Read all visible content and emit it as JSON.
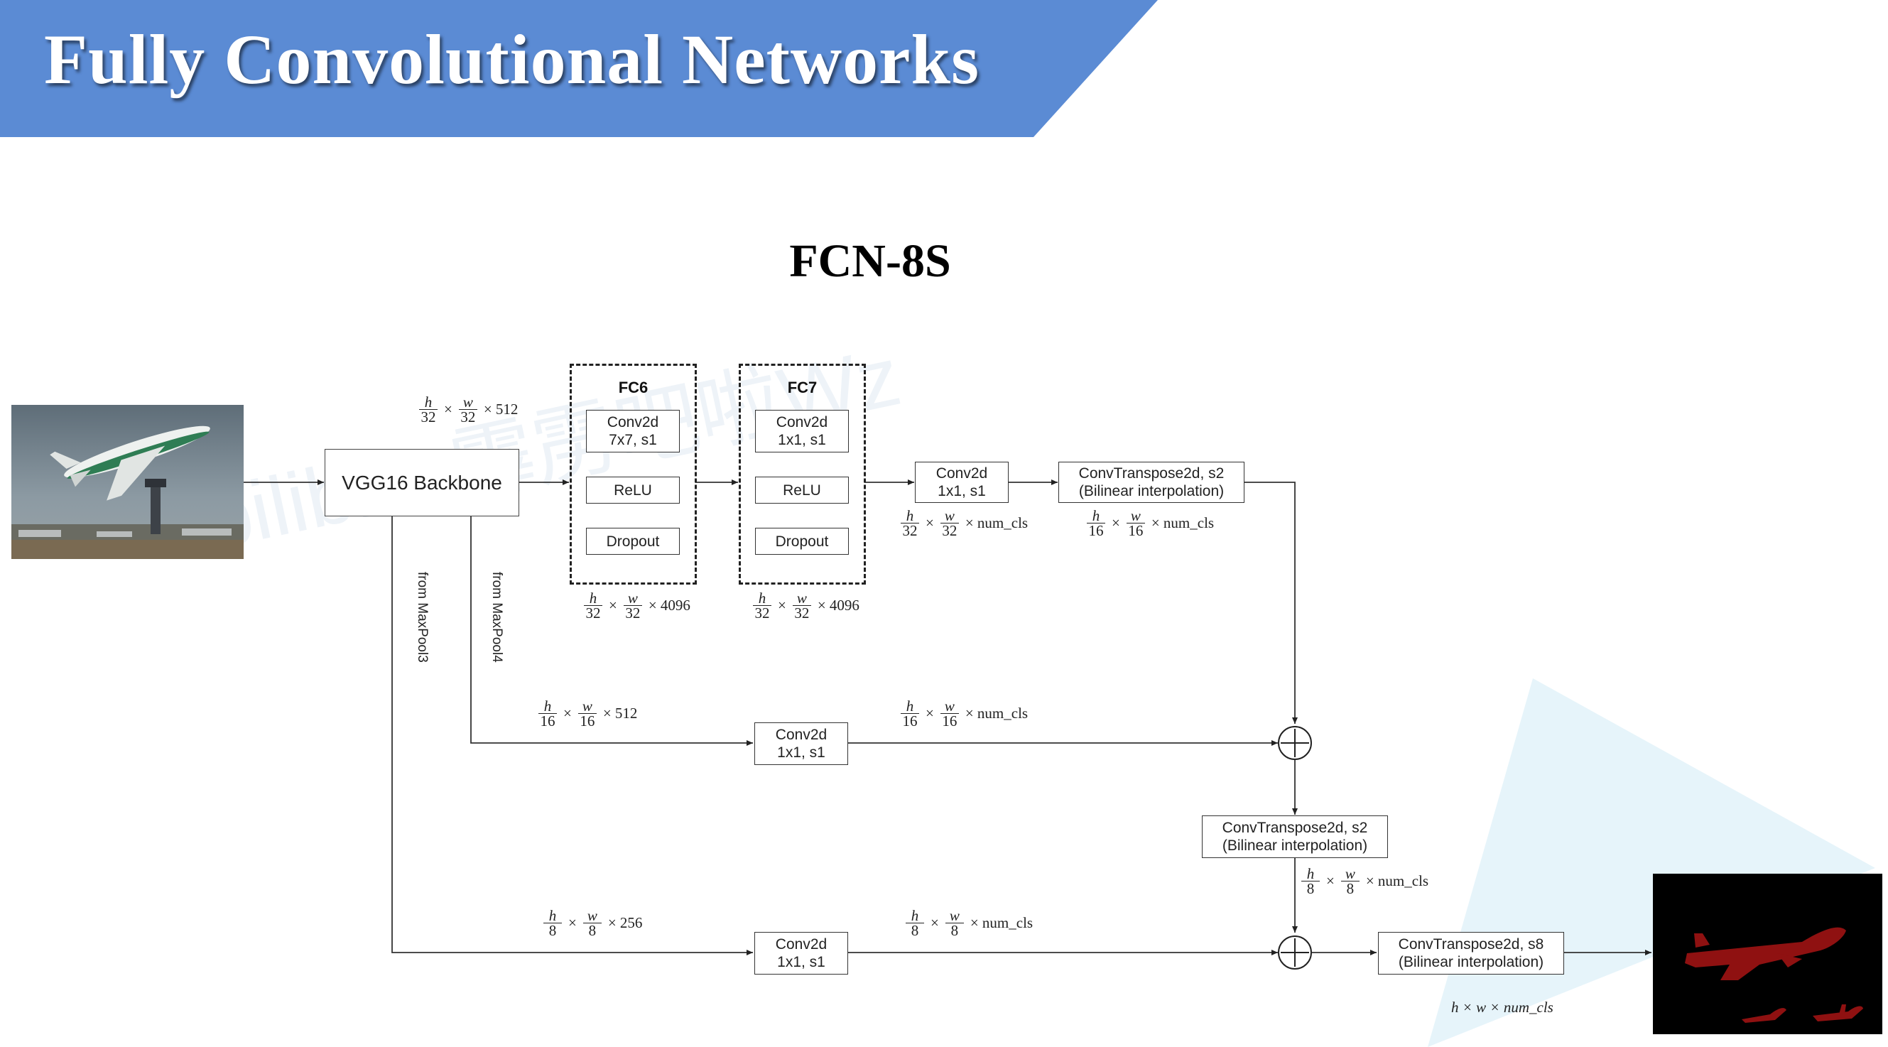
{
  "banner": {
    "title": "Fully Convolutional Networks",
    "color": "#5b8bd4"
  },
  "diagram": {
    "title": "FCN-8S",
    "blocks": {
      "backbone": "VGG16 Backbone",
      "fc6": {
        "title": "FC6",
        "conv_line1": "Conv2d",
        "conv_line2": "7x7, s1",
        "relu": "ReLU",
        "dropout": "Dropout"
      },
      "fc7": {
        "title": "FC7",
        "conv_line1": "Conv2d",
        "conv_line2": "1x1, s1",
        "relu": "ReLU",
        "dropout": "Dropout"
      },
      "conv_top": {
        "line1": "Conv2d",
        "line2": "1x1, s1"
      },
      "upsample_top": {
        "line1": "ConvTranspose2d, s2",
        "line2": "(Bilinear interpolation)"
      },
      "conv_pool4": {
        "line1": "Conv2d",
        "line2": "1x1, s1"
      },
      "upsample_mid": {
        "line1": "ConvTranspose2d, s2",
        "line2": "(Bilinear interpolation)"
      },
      "conv_pool3": {
        "line1": "Conv2d",
        "line2": "1x1, s1"
      },
      "upsample_final": {
        "line1": "ConvTranspose2d, s8",
        "line2": "(Bilinear interpolation)"
      }
    },
    "branch_labels": {
      "maxpool3": "from MaxPool3",
      "maxpool4": "from MaxPool4"
    },
    "dims": {
      "backbone_out": {
        "h": "h",
        "hd": "32",
        "w": "w",
        "wd": "32",
        "rest": "× 512"
      },
      "fc6_out": {
        "h": "h",
        "hd": "32",
        "w": "w",
        "wd": "32",
        "rest": "× 4096"
      },
      "fc7_out": {
        "h": "h",
        "hd": "32",
        "w": "w",
        "wd": "32",
        "rest": "× 4096"
      },
      "conv_top_out": {
        "h": "h",
        "hd": "32",
        "w": "w",
        "wd": "32",
        "rest": "× num_cls"
      },
      "up_top_out": {
        "h": "h",
        "hd": "16",
        "w": "w",
        "wd": "16",
        "rest": "× num_cls"
      },
      "pool4_in": {
        "h": "h",
        "hd": "16",
        "w": "w",
        "wd": "16",
        "rest": "× 512"
      },
      "pool4_out": {
        "h": "h",
        "hd": "16",
        "w": "w",
        "wd": "16",
        "rest": "× num_cls"
      },
      "up_mid_out": {
        "h": "h",
        "hd": "8",
        "w": "w",
        "wd": "8",
        "rest": "× num_cls"
      },
      "pool3_in": {
        "h": "h",
        "hd": "8",
        "w": "w",
        "wd": "8",
        "rest": "× 256"
      },
      "pool3_out": {
        "h": "h",
        "hd": "8",
        "w": "w",
        "wd": "8",
        "rest": "× num_cls"
      },
      "final_out": "h × w × num_cls"
    }
  },
  "watermark": "bilibili: 霹雳吧啦Wz"
}
